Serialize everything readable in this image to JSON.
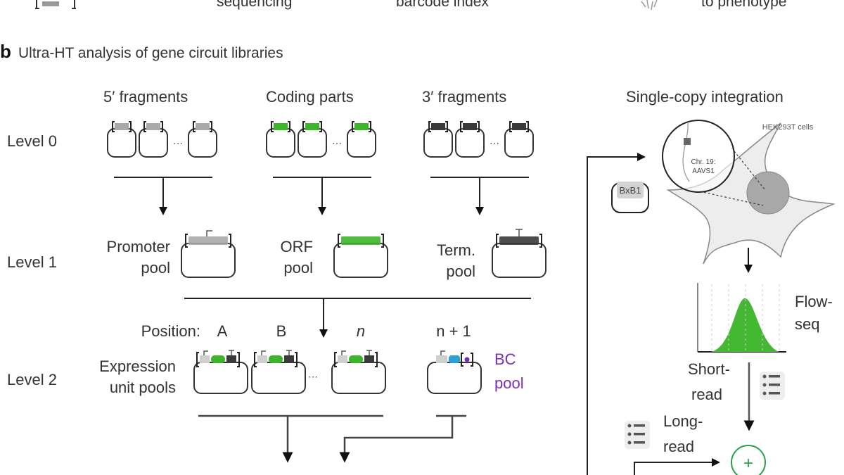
{
  "top_strip": {
    "items": [
      "sequencing",
      "barcode index",
      "to phenotype"
    ]
  },
  "panel": {
    "letter": "b",
    "title": "Ultra-HT analysis of gene circuit libraries"
  },
  "columns": {
    "five_prime": "5′ fragments",
    "coding": "Coding parts",
    "three_prime": "3′ fragments"
  },
  "levels": {
    "level0": "Level 0",
    "level1": "Level 1",
    "level2": "Level 2"
  },
  "level1_pools": {
    "promoter_line1": "Promoter",
    "promoter_line2": "pool",
    "orf_line1": "ORF",
    "orf_line2": "pool",
    "term_line1": "Term.",
    "term_line2": "pool"
  },
  "level2": {
    "position_label": "Position:",
    "positions": [
      "A",
      "B",
      "n",
      "n + 1"
    ],
    "expression_line1": "Expression",
    "expression_line2": "unit pools",
    "bc_line1": "BC",
    "bc_line2": "pool"
  },
  "integration": {
    "title": "Single-copy integration",
    "cell_label": "HEK293T cells",
    "locus_line1": "Chr. 19:",
    "locus_line2": "AAVS1",
    "recombinase": "BxB1"
  },
  "readout": {
    "flow_line1": "Flow-",
    "flow_line2": "seq",
    "short_line1": "Short-",
    "short_line2": "read",
    "long_line1": "Long-",
    "long_line2": "read",
    "combine_symbol": "+"
  },
  "colors": {
    "promoter": "#a9a9a9",
    "orf": "#3db52a",
    "terminator": "#3a3a3a",
    "barcode_cds": "#2aa0d4",
    "barcode": "#7a2fb5",
    "flow_fill": "#45b833",
    "combine_ring": "#2e9e4a",
    "nucleus": "#a8a8a8",
    "cell": "#ededed"
  }
}
